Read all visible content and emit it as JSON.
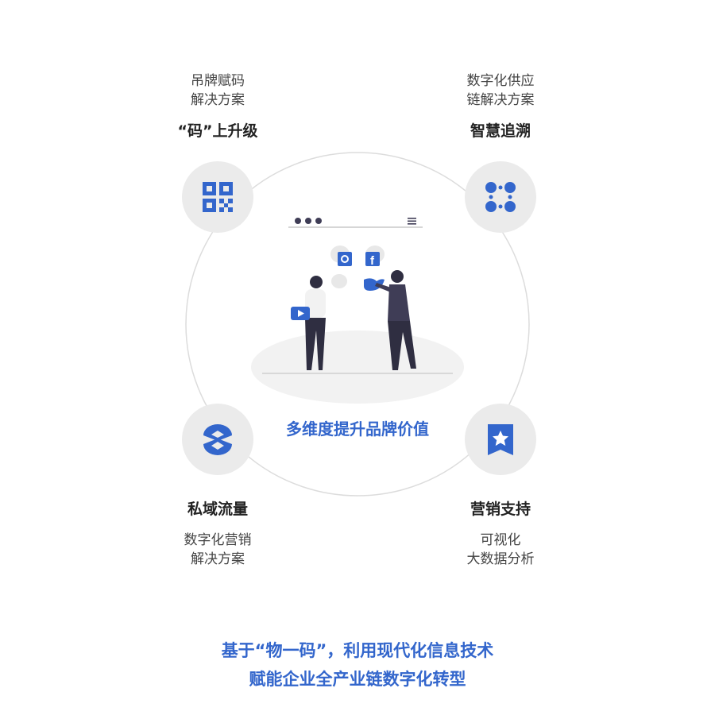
{
  "accent": "#3366cc",
  "center": {
    "title": "多维度提升品牌价值"
  },
  "features": [
    {
      "title": "“码”上升级",
      "desc": [
        "吊牌赋码",
        "解决方案"
      ],
      "icon": "qr-code-icon"
    },
    {
      "title": "智慧追溯",
      "desc": [
        "数字化供应",
        "链解决方案"
      ],
      "icon": "connected-nodes-icon"
    },
    {
      "title": "私域流量",
      "desc": [
        "数字化营销",
        "解决方案"
      ],
      "icon": "hourglass-traffic-icon"
    },
    {
      "title": "营销支持",
      "desc": [
        "可视化",
        "大数据分析"
      ],
      "icon": "star-bookmark-icon"
    }
  ],
  "slogan": [
    "基于“物一码”，利用现代化信息技术",
    "赋能企业全产业链数字化转型"
  ]
}
